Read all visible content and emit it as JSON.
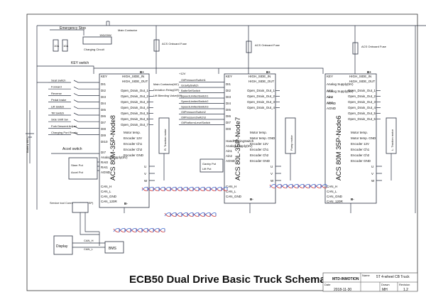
{
  "title": "ECB50 Dual Drive Basic Truck Schematic",
  "title_block": {
    "company": "MTD-INMOTION",
    "name_label": "Name",
    "name_value": "5T 4-wheel CB Truck",
    "date_label": "Date",
    "date_value": "2018-11-30",
    "drawn_label": "Drawn",
    "drawn_value": "MH",
    "revision_label": "Revision",
    "revision_value": "1.2"
  },
  "power": {
    "emergency_stop": "Emergency Stop",
    "main_contactor": "Main Contactor",
    "charging_circuit": "Charging Circuit",
    "resistor": "15Ω/20W",
    "fuse_1": "10A",
    "fuse_2": "10A",
    "key_switch": "KEY switch",
    "battery": "Battery 80V",
    "fuse_a": "ACS Onboard Fuse",
    "fuse_b": "ACS Onboard Fuse",
    "fuse_c": "ACS Onboard Fuse"
  },
  "inputs_left": [
    "Seat switch",
    "Forward",
    "Reverse",
    "Pedal brake",
    "Lift Switch",
    "Tilt Switch",
    "Side Shift Sw",
    "Fork Descent Adjust",
    "Charging Port Ready"
  ],
  "accel": {
    "switch": "Accel switch",
    "steer_pot": "Steer Pot",
    "accel_pot": "Accel Pot"
  },
  "service_connector": "Service tool Connector (DB9/DSP)",
  "display": "Display",
  "bms": "BMS",
  "can_labels": [
    "CAN_H",
    "CAN_L",
    "CAN_H",
    "CAN_L"
  ],
  "node8": {
    "name": "ACS 80M-35P-Node8",
    "top": [
      "KEY",
      "B+",
      "HIGH_SIDE_IN",
      "HIGH_SIDE_OUT"
    ],
    "left": [
      "DI1",
      "DI2",
      "DI3",
      "DI4",
      "DI5",
      "DI6",
      "DI7",
      "DI8",
      "DI9",
      "DI10"
    ],
    "right": [
      "Open_Drain_Out_1",
      "Open_Drain_Out_2",
      "Open_Drain_Out_3",
      "Open_Drain_Out_4",
      "Open_Drain_Out_5",
      "Open_Drain_Out_6",
      "Open_Drain_Out_7"
    ],
    "loads": [
      "Main Contactor(MC)",
      "Deviation Relay(DR)",
      "Lift Bleeding Valve(Wt)"
    ],
    "analog": [
      "DI7",
      "Analog Supply(5V)",
      "RAI0",
      "RAI1",
      "AGND"
    ],
    "encoder": [
      "Motor temp.",
      "Encoder 12V",
      "Encoder Ch1",
      "Encoder Ch2",
      "Encoder GND"
    ],
    "phase": [
      "U",
      "V",
      "W"
    ],
    "can": [
      "CAN_H",
      "CAN_L",
      "CAN_GND",
      "CAN_120R"
    ],
    "bminus": "B-",
    "motor": "R. Traction motor"
  },
  "node7": {
    "name": "ACS 80L-35P-Node7",
    "top": [
      "KEY",
      "B+",
      "HIGH_SIDE_IN",
      "HIGH_SIDE_OUT"
    ],
    "left": [
      "DI1",
      "DI2",
      "DI3",
      "DI4",
      "DI5",
      "DI6",
      "DI7",
      "DI8"
    ],
    "right": [
      "Open_Drain_Out_1",
      "Open_Drain_Out_2",
      "Open_Drain_Out_3",
      "Open_Drain_Out_4"
    ],
    "switches": [
      "OilPressureSwitch1",
      "GravitySwitch",
      "BatteSetSwitch",
      "SpeedLimitedSwitch1",
      "SpeedLimitedSwitch2",
      "SpeedLimitedSwitch3",
      "OilPressureSwitch2",
      "OilPressureSwitch3",
      "OilPlatformLevelSwitch"
    ],
    "analog": [
      "HandParkingSwitch",
      "Analog Supply(5V)",
      "Ain1",
      "Ain2",
      "AGND"
    ],
    "pots": [
      "Gantry Pot",
      "Lift Pot"
    ],
    "encoder": [
      "Motor temp.",
      "Motor temp. GND",
      "Encoder 12V",
      "Encoder Ch1",
      "Encoder Ch2",
      "Encoder GND"
    ],
    "phase": [
      "U",
      "V",
      "W"
    ],
    "can": [
      "CAN_H",
      "CAN_L",
      "CAN_GND"
    ],
    "bminus": "B-",
    "motor": "Pump motor",
    "v12": "+12V"
  },
  "node6": {
    "name": "ACS 80M 35P-Node6",
    "top": [
      "KEY",
      "B+",
      "HIGH_SIDE_IN",
      "HIGH_SIDE_OUT"
    ],
    "left": [
      "Analog Supply(5V)",
      "Ain1",
      "Ain2",
      "AGND"
    ],
    "right": [
      "Open_Drain_Out_1",
      "Open_Drain_Out_2",
      "Open_Drain_Out_3",
      "Open_Drain_Out_4",
      "Open_Drain_Out_5",
      "Open_Drain_Out_6"
    ],
    "encoder": [
      "Motor temp.",
      "Motor temp. GND",
      "Encoder 12V",
      "Encoder Ch1",
      "Encoder Ch2",
      "Encoder GND"
    ],
    "phase": [
      "U",
      "V",
      "W"
    ],
    "can": [
      "CAN_H",
      "CAN_L",
      "CAN_GND",
      "CAN_120R"
    ],
    "bminus": "B-",
    "motor": "L. Traction motor"
  }
}
